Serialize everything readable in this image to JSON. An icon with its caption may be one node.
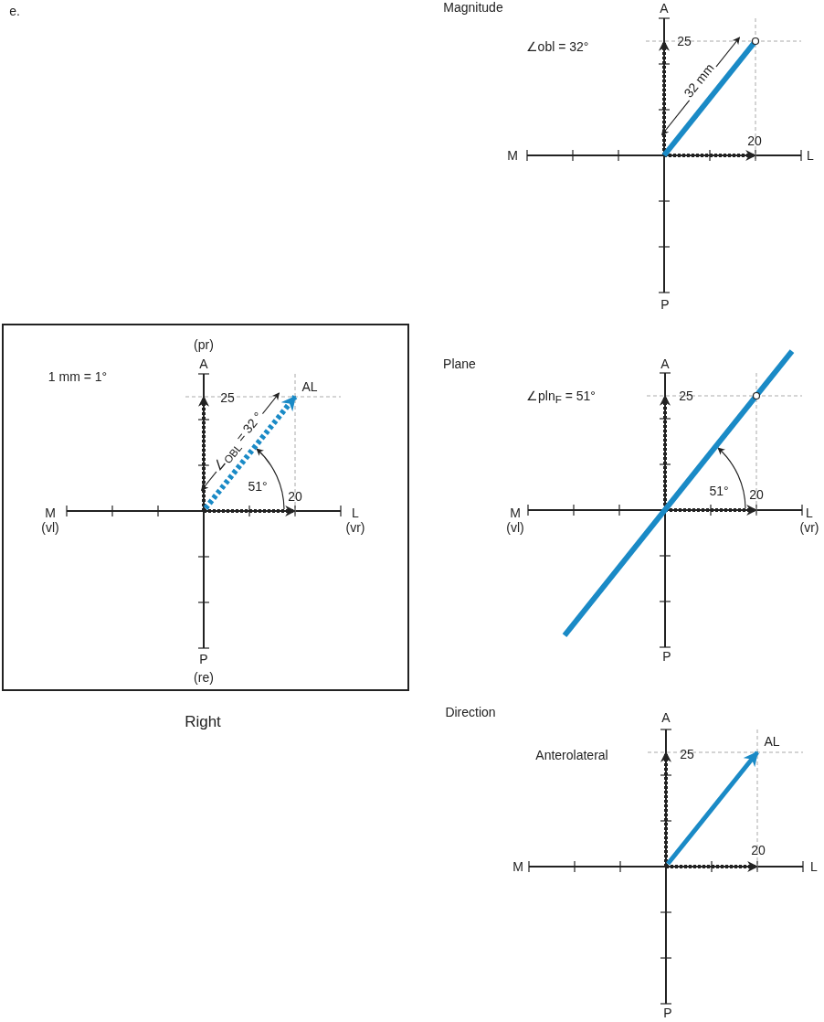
{
  "diagram": {
    "nodes": [
      {
        "text": [
          "(pr)",
          "A",
          "1 mm = 1°",
          "25",
          "AL",
          "∠$_{OBL}$ = 32 °",
          "51°",
          "20",
          "M (vl)",
          "L (vr)",
          "P",
          "(re)"
        ],
        "beside": [
          "Right"
        ]
      }
    ],
    "labels": [
      "e.",
      "Magnitude",
      "A",
      "∠obl = 32°",
      "25",
      "32 mm",
      "20",
      "M",
      "L",
      "P",
      "Plane",
      "A",
      "∠pln$_{F}$ = 51°",
      "25",
      "51°",
      "20",
      "M (vl)",
      "L (vr)",
      "P",
      "Direction",
      "A",
      "AL",
      "Anterolateral",
      "25",
      "20",
      "M",
      "L",
      "P"
    ]
  }
}
